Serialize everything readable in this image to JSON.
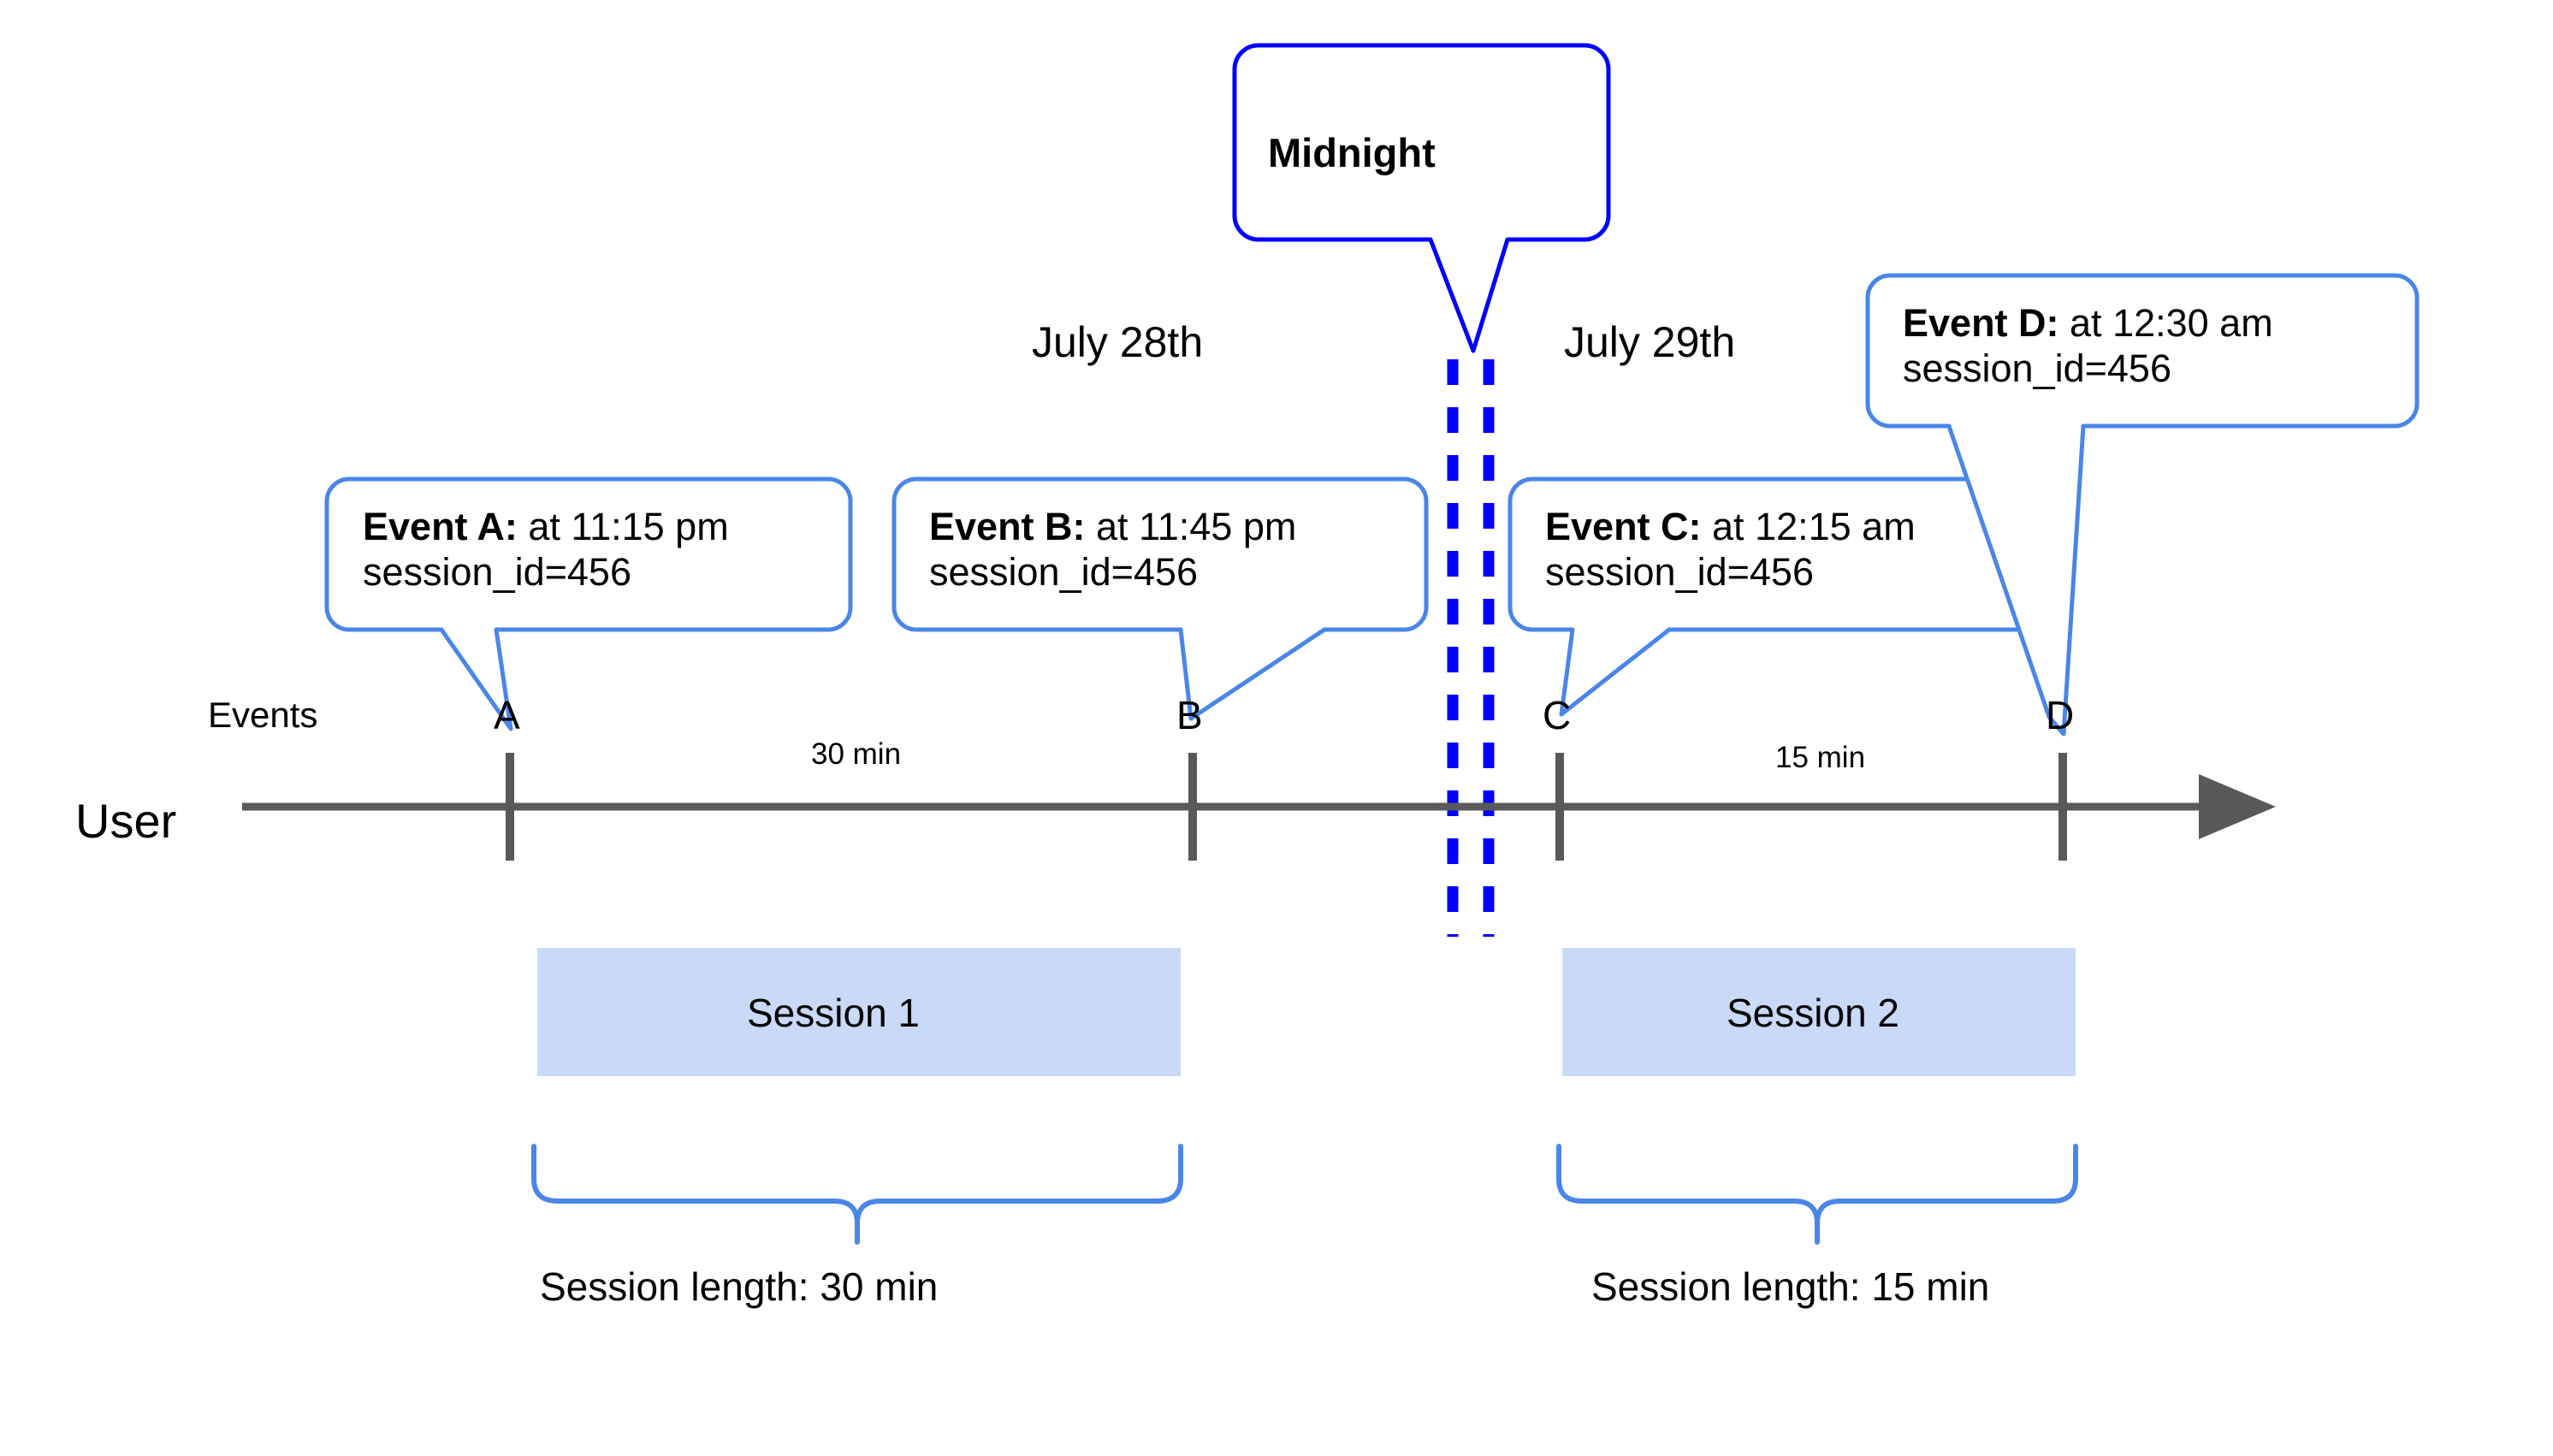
{
  "diagram": {
    "title_labels": {
      "user_lane": "User",
      "events_lane": "Events",
      "date_left": "July 28th",
      "date_right": "July 29th",
      "midnight": "Midnight"
    },
    "colors": {
      "midnight_line": "#0000FF",
      "callout_border": "#4a86e8",
      "session_fill": "#c9d9f8",
      "axis": "#595959",
      "text": "#000000",
      "background": "#FFFFFF"
    },
    "axis": {
      "arrow_direction": "right"
    },
    "events": [
      {
        "marker": "A",
        "name": "Event A",
        "name_label": "Event A:",
        "time_label": " at 11:15 pm",
        "session_id_label": "session_id=456",
        "time": "11:15 pm",
        "session_id": "456"
      },
      {
        "marker": "B",
        "name": "Event B",
        "name_label": "Event B:",
        "time_label": " at 11:45 pm",
        "session_id_label": "session_id=456",
        "time": "11:45 pm",
        "session_id": "456"
      },
      {
        "marker": "C",
        "name": "Event C",
        "name_label": "Event C:",
        "time_label": " at 12:15 am",
        "session_id_label": "session_id=456",
        "time": "12:15 am",
        "session_id": "456"
      },
      {
        "marker": "D",
        "name": "Event D",
        "name_label": "Event D:",
        "time_label": " at 12:30 am",
        "session_id_label": "session_id=456",
        "time": "12:30 am",
        "session_id": "456"
      }
    ],
    "durations": [
      {
        "label": "30 min",
        "between": "A-B"
      },
      {
        "label": "15 min",
        "between": "C-D"
      }
    ],
    "sessions": [
      {
        "label": "Session 1",
        "length_label": "Session length: 30 min",
        "length": "30 min",
        "spans_events": "A-B"
      },
      {
        "label": "Session 2",
        "length_label": "Session length: 15 min",
        "length": "15 min",
        "spans_events": "C-D"
      }
    ]
  }
}
